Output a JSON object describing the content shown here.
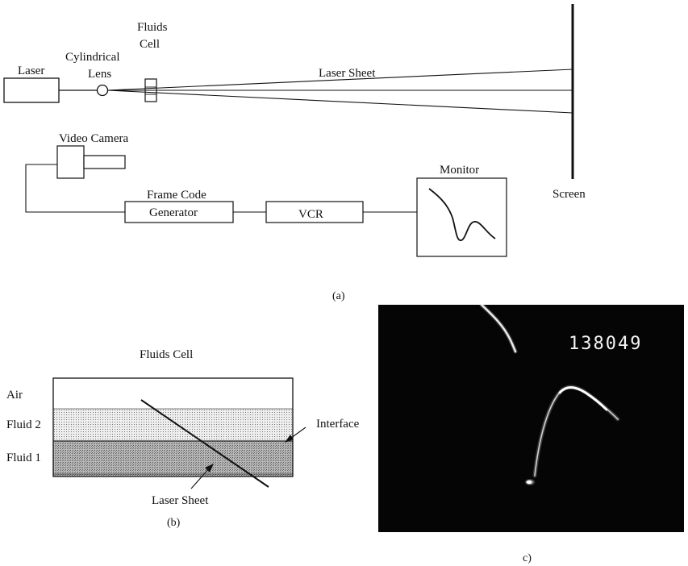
{
  "panel_a": {
    "labels": {
      "laser": "Laser",
      "cylindrical": "Cylindrical",
      "lens": "Lens",
      "fluids": "Fluids",
      "cell": "Cell",
      "laser_sheet": "Laser Sheet",
      "video_camera": "Video Camera",
      "frame_code": "Frame Code",
      "generator": "Generator",
      "vcr": "VCR",
      "monitor": "Monitor",
      "screen": "Screen"
    },
    "caption": "(a)"
  },
  "panel_b": {
    "title": "Fluids Cell",
    "layers": [
      "Air",
      "Fluid 2",
      "Fluid 1"
    ],
    "interface": "Interface",
    "laser_sheet": "Laser Sheet",
    "caption": "(b)"
  },
  "panel_c": {
    "frame_code": "138049",
    "caption": "c)"
  },
  "colors": {
    "ink": "#111111",
    "fluid2": "#dcdcdc",
    "fluid1": "#a6a6a6",
    "photo_bg": "#050505",
    "photo_trace": "#f2f2f2"
  }
}
